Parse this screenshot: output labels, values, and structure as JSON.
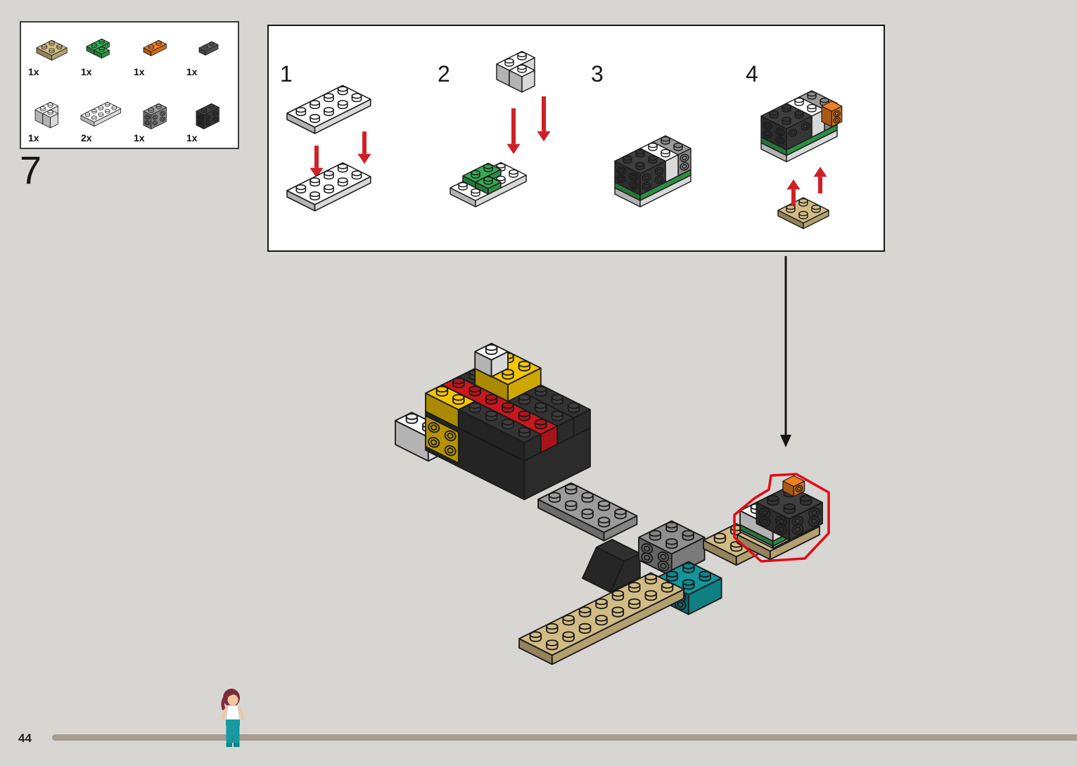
{
  "page": {
    "number": "44",
    "step_number": "7",
    "background": "#d8d6d3"
  },
  "parts_list": {
    "items": [
      {
        "id": "plate-2x2-tan",
        "shape": "plate-2x2",
        "color": "#d2bc85",
        "count": "1x"
      },
      {
        "id": "corner-plate-2x2-green",
        "shape": "corner-plate",
        "color": "#36a853",
        "count": "1x"
      },
      {
        "id": "plate-1x2-orange",
        "shape": "plate-1x2",
        "color": "#ef7f1f",
        "count": "1x"
      },
      {
        "id": "plate-1x2-dark-gray",
        "shape": "plate-1x2-small",
        "color": "#5e5e5e",
        "count": "1x"
      },
      {
        "id": "corner-brick-white",
        "shape": "corner-brick",
        "color": "#ffffff",
        "count": "1x"
      },
      {
        "id": "plate-2x4-white",
        "shape": "plate-2x4",
        "color": "#ffffff",
        "count": "2x"
      },
      {
        "id": "brick-1x2-side-studs-gray",
        "shape": "side-stud-brick",
        "color": "#9c9c9c",
        "count": "1x"
      },
      {
        "id": "brick-1x2-side-studs-dark-gray",
        "shape": "side-stud-brick",
        "color": "#3f3f3f",
        "count": "1x"
      }
    ]
  },
  "instructions": {
    "substeps": [
      {
        "number": "1"
      },
      {
        "number": "2"
      },
      {
        "number": "3"
      },
      {
        "number": "4"
      }
    ]
  },
  "colors": {
    "arrow_red": "#d02027",
    "highlight_outline": "#e30b16",
    "progress_bar": "#a59c92",
    "tan": "#d2bc85",
    "green": "#36a853",
    "orange": "#ef7f1f",
    "white": "#ffffff",
    "light_gray": "#9c9c9c",
    "dark_gray": "#3f3f3f",
    "black_brick": "#333333",
    "red_brick": "#c8181d",
    "yellow": "#f2c500",
    "teal": "#12969b"
  }
}
